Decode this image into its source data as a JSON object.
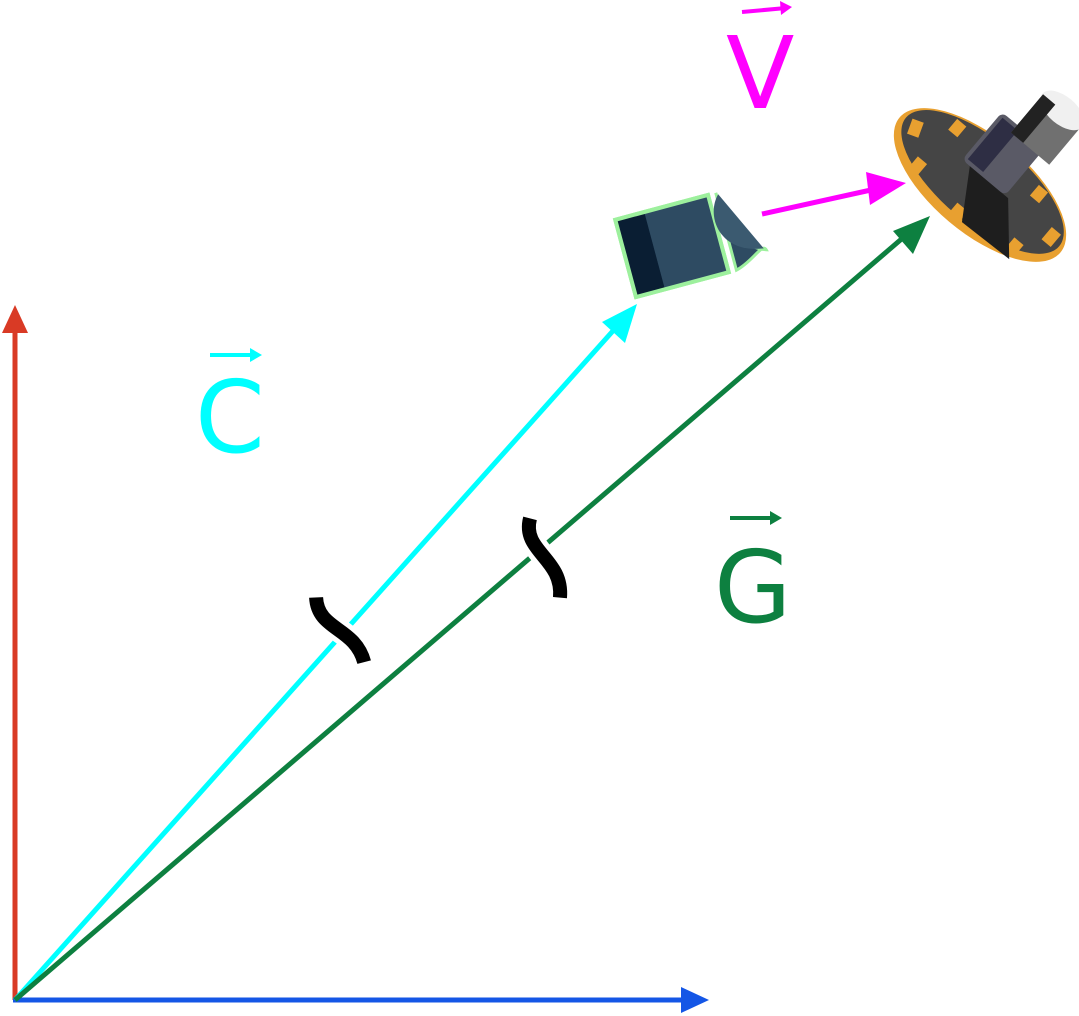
{
  "diagram": {
    "labels": {
      "camera_vector": "C",
      "view_vector": "V",
      "satellite_vector": "G"
    },
    "colors": {
      "y_axis": "#d93a25",
      "x_axis": "#1456e6",
      "camera_vector": "#00ffff",
      "view_vector": "#ff00ff",
      "satellite_vector": "#0d8040",
      "break_mark": "#000000",
      "camera_body": "#16304a",
      "camera_outline": "#9df09d",
      "satellite_disc": "#4a4a4a",
      "satellite_rim": "#e8a030"
    },
    "icons": {
      "camera": "camera-icon",
      "satellite": "satellite-icon",
      "break": "axis-break-icon"
    }
  }
}
